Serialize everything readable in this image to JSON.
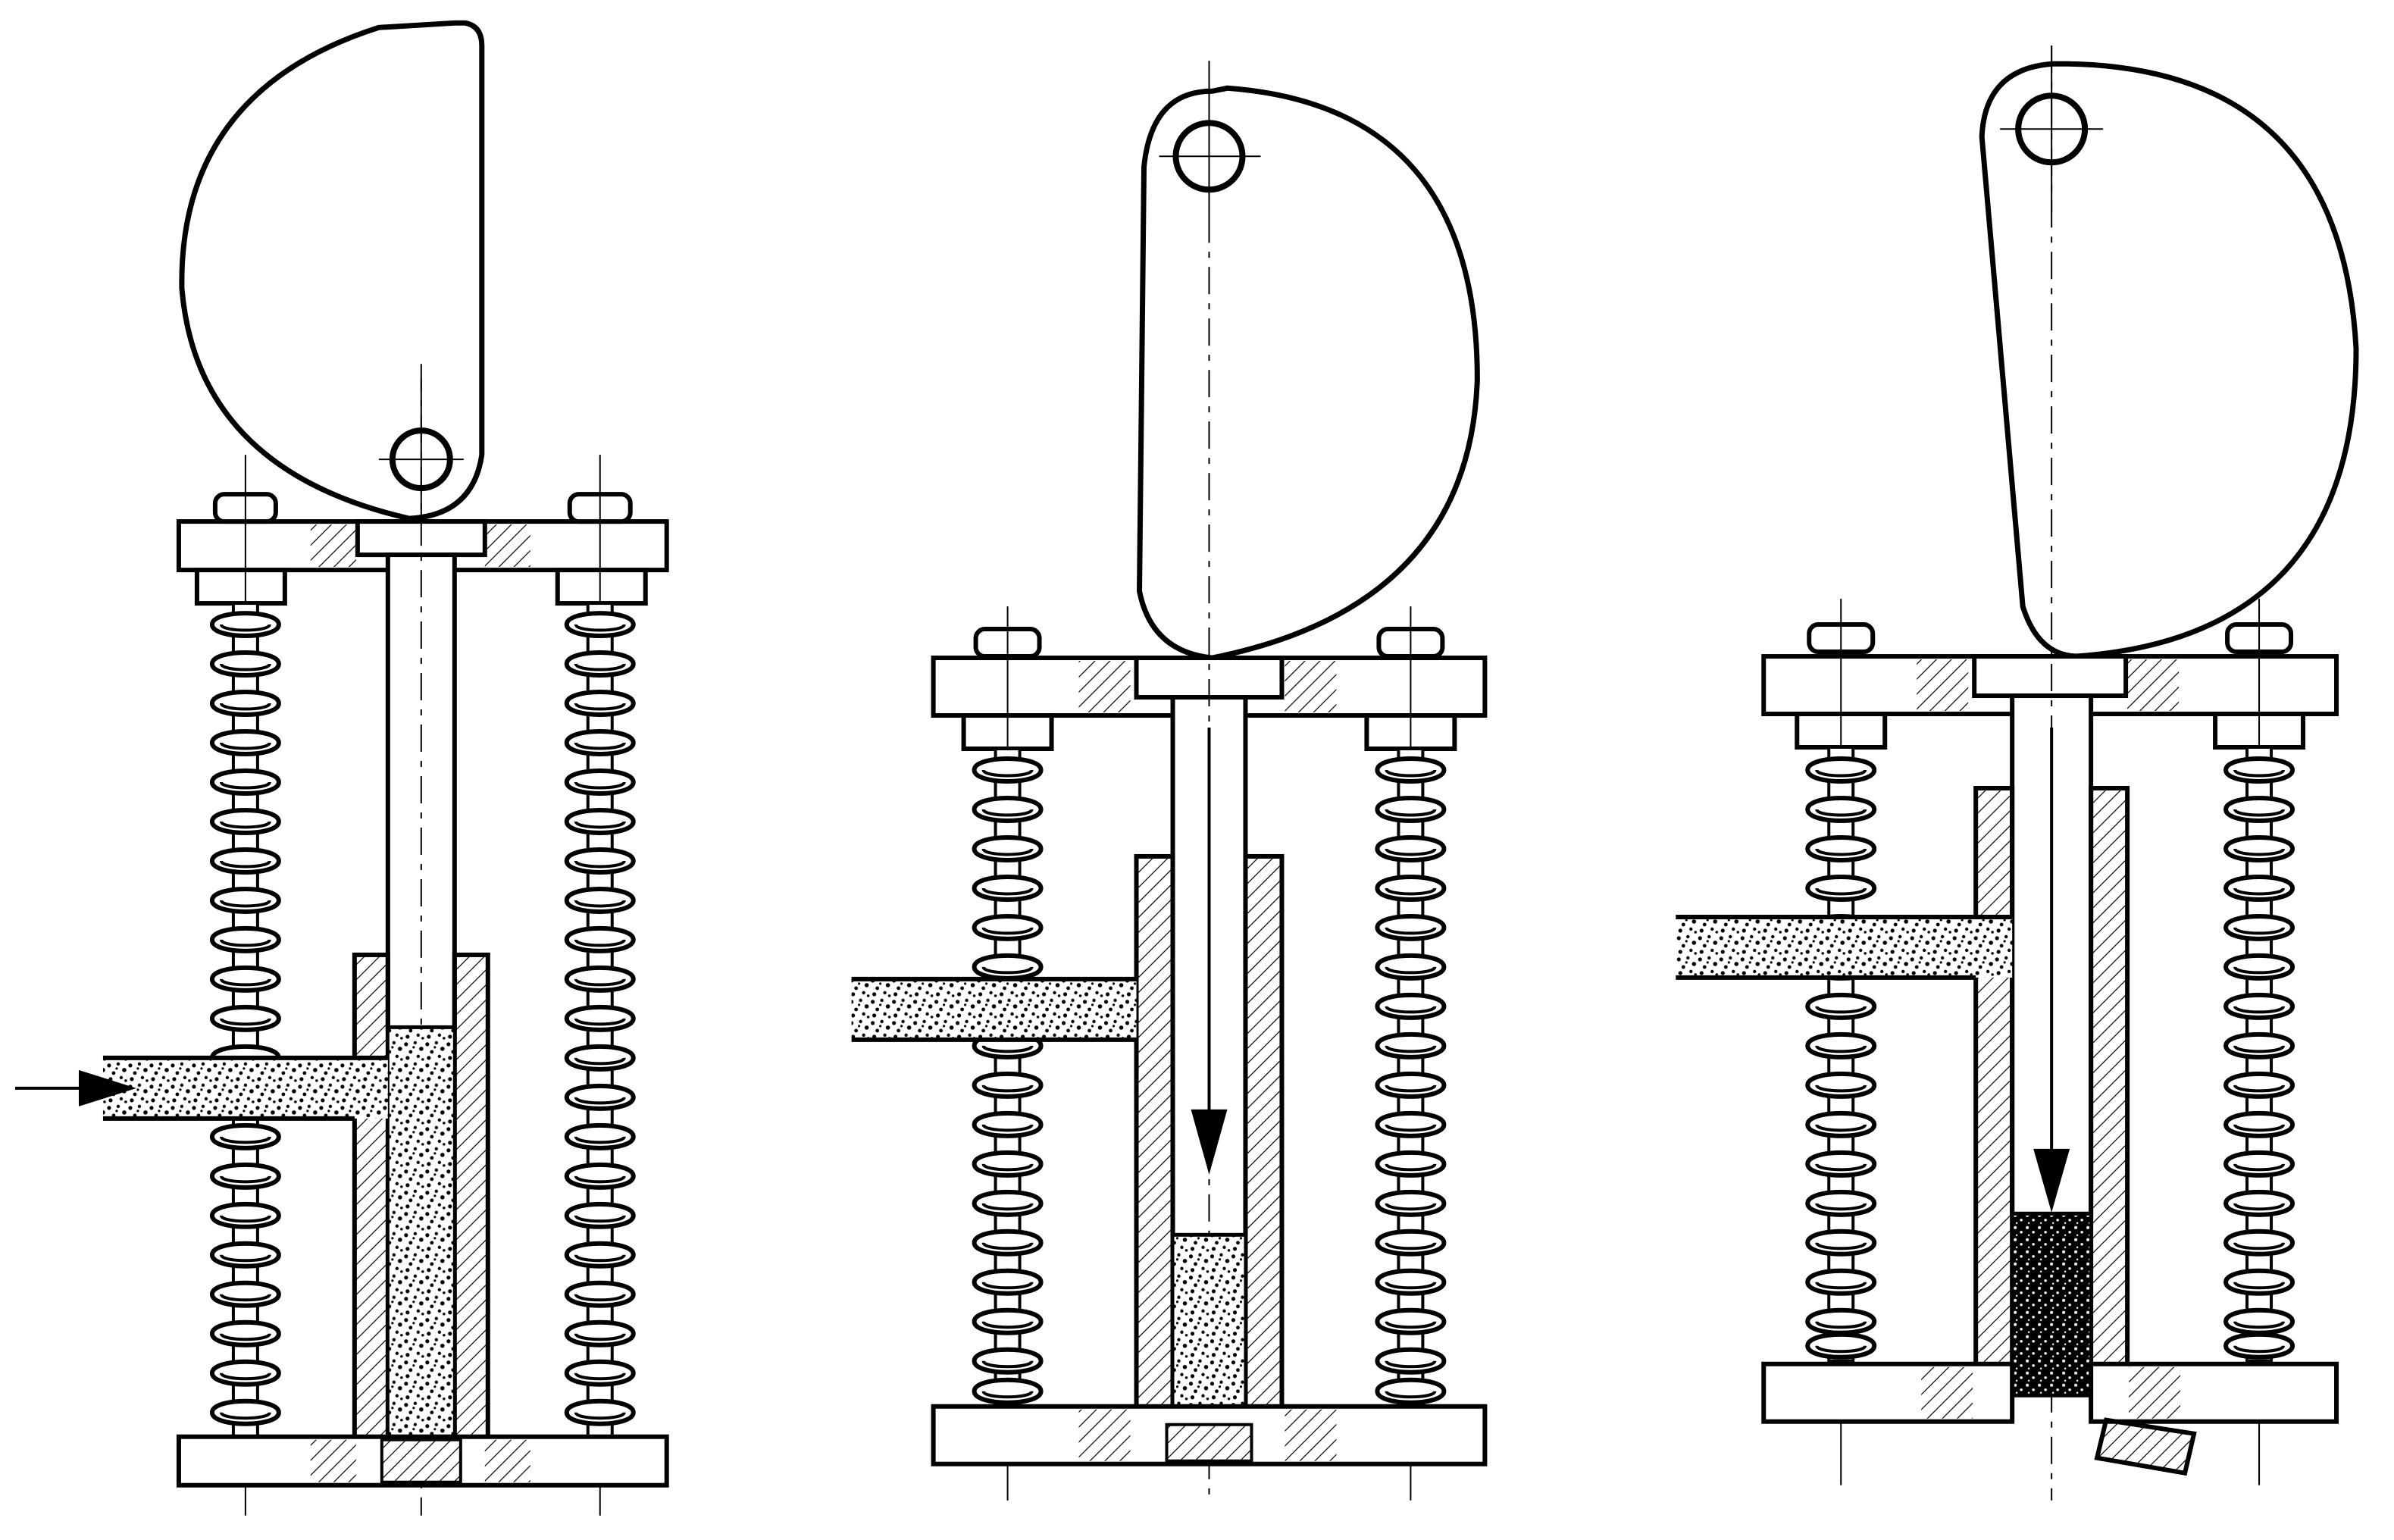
{
  "diagram": {
    "kind": "technical-line-drawing",
    "stages": [
      {
        "id": "stage-1",
        "cam": "raised",
        "plunger": "up",
        "feed_arrow": true,
        "powder_fill": "full",
        "compact": false,
        "ejected_part": false
      },
      {
        "id": "stage-2",
        "cam": "rotating",
        "plunger": "descending",
        "feed_arrow": false,
        "powder_fill": "partial",
        "compact": false,
        "ejected_part": false
      },
      {
        "id": "stage-3",
        "cam": "rotated",
        "plunger": "down",
        "feed_arrow": false,
        "powder_fill": "compacted",
        "compact": true,
        "ejected_part": true
      }
    ],
    "colors": {
      "line": "#000000",
      "background": "#ffffff"
    },
    "legend": []
  }
}
